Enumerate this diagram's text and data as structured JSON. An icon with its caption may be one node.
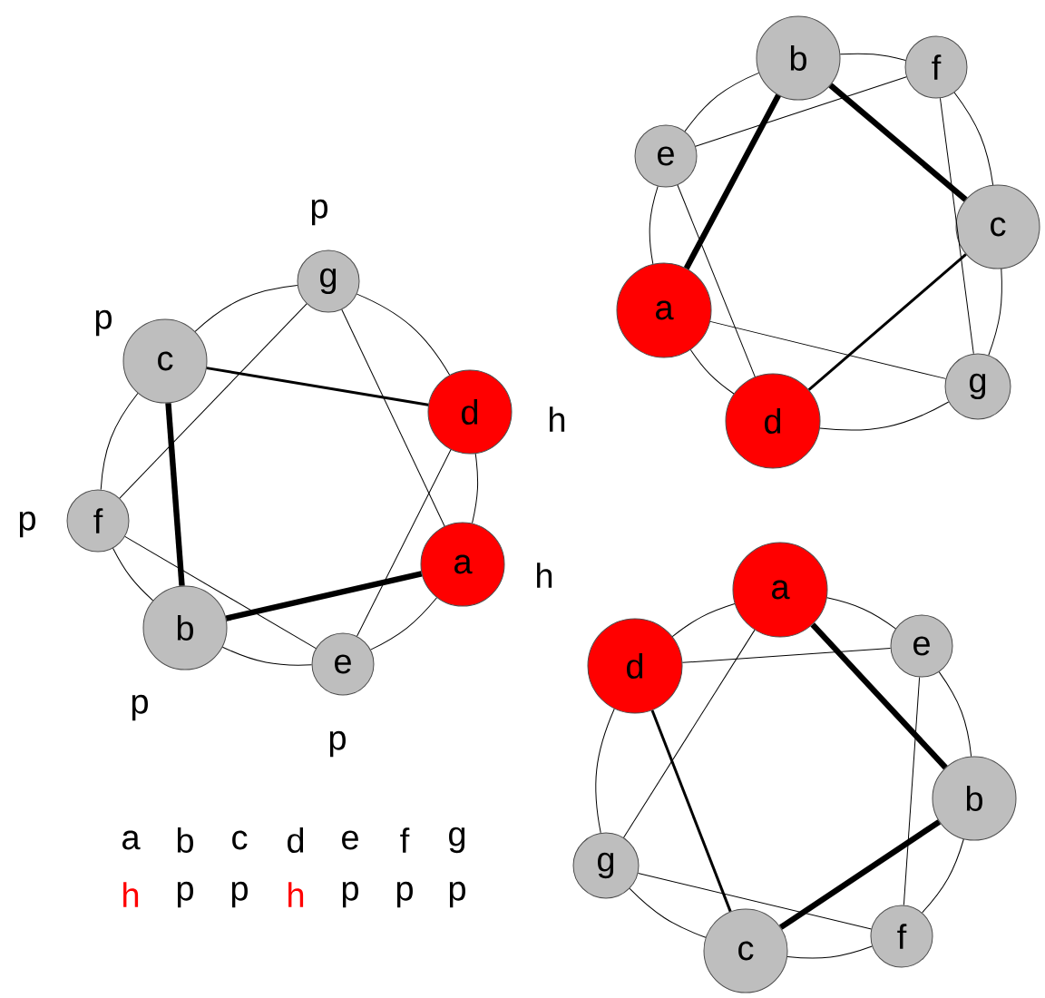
{
  "diagram": {
    "nodes": [
      {
        "text": [
          "a"
        ],
        "beside": [
          "h"
        ]
      },
      {
        "text": [
          "b"
        ],
        "beside": [
          "p"
        ]
      },
      {
        "text": [
          "c"
        ],
        "beside": [
          "p"
        ]
      },
      {
        "text": [
          "d"
        ],
        "beside": [
          "h"
        ]
      },
      {
        "text": [
          "e"
        ],
        "beside": [
          "p"
        ]
      },
      {
        "text": [
          "f"
        ],
        "beside": [
          "p"
        ]
      },
      {
        "text": [
          "g"
        ],
        "beside": [
          "p"
        ]
      },
      {
        "text": [
          "a"
        ]
      },
      {
        "text": [
          "b"
        ]
      },
      {
        "text": [
          "c"
        ]
      },
      {
        "text": [
          "d"
        ]
      },
      {
        "text": [
          "e"
        ]
      },
      {
        "text": [
          "f"
        ]
      },
      {
        "text": [
          "g"
        ]
      },
      {
        "text": [
          "a"
        ]
      },
      {
        "text": [
          "b"
        ]
      },
      {
        "text": [
          "c"
        ]
      },
      {
        "text": [
          "d"
        ]
      },
      {
        "text": [
          "e"
        ]
      },
      {
        "text": [
          "f"
        ]
      },
      {
        "text": [
          "g"
        ]
      }
    ],
    "edges": [
      {
        "from": 6,
        "to": 3,
        "arrow": "none"
      },
      {
        "from": 3,
        "to": 0,
        "arrow": "none"
      },
      {
        "from": 0,
        "to": 4,
        "arrow": "none"
      },
      {
        "from": 4,
        "to": 1,
        "arrow": "none"
      },
      {
        "from": 1,
        "to": 5,
        "arrow": "none"
      },
      {
        "from": 5,
        "to": 2,
        "arrow": "none"
      },
      {
        "from": 2,
        "to": 6,
        "arrow": "none"
      },
      {
        "from": 2,
        "to": 3,
        "arrow": "none"
      },
      {
        "from": 2,
        "to": 1,
        "arrow": "none",
        "style": "thick"
      },
      {
        "from": 1,
        "to": 0,
        "arrow": "none",
        "style": "thick"
      },
      {
        "from": 6,
        "to": 5,
        "arrow": "none"
      },
      {
        "from": 6,
        "to": 0,
        "arrow": "none"
      },
      {
        "from": 3,
        "to": 4,
        "arrow": "none"
      },
      {
        "from": 5,
        "to": 4,
        "arrow": "none"
      },
      {
        "from": 8,
        "to": 12,
        "arrow": "none"
      },
      {
        "from": 12,
        "to": 9,
        "arrow": "none"
      },
      {
        "from": 9,
        "to": 13,
        "arrow": "none"
      },
      {
        "from": 13,
        "to": 10,
        "arrow": "none"
      },
      {
        "from": 10,
        "to": 7,
        "arrow": "none"
      },
      {
        "from": 7,
        "to": 11,
        "arrow": "none"
      },
      {
        "from": 11,
        "to": 8,
        "arrow": "none"
      },
      {
        "from": 8,
        "to": 7,
        "arrow": "none",
        "style": "thick"
      },
      {
        "from": 8,
        "to": 9,
        "arrow": "none",
        "style": "thick"
      },
      {
        "from": 9,
        "to": 10,
        "arrow": "none"
      },
      {
        "from": 11,
        "to": 12,
        "arrow": "none"
      },
      {
        "from": 11,
        "to": 10,
        "arrow": "none"
      },
      {
        "from": 12,
        "to": 13,
        "arrow": "none"
      },
      {
        "from": 7,
        "to": 13,
        "arrow": "none"
      },
      {
        "from": 14,
        "to": 18,
        "arrow": "none"
      },
      {
        "from": 18,
        "to": 15,
        "arrow": "none"
      },
      {
        "from": 15,
        "to": 19,
        "arrow": "none"
      },
      {
        "from": 19,
        "to": 16,
        "arrow": "none"
      },
      {
        "from": 16,
        "to": 20,
        "arrow": "none"
      },
      {
        "from": 20,
        "to": 17,
        "arrow": "none"
      },
      {
        "from": 17,
        "to": 14,
        "arrow": "none"
      },
      {
        "from": 14,
        "to": 15,
        "arrow": "none",
        "style": "thick"
      },
      {
        "from": 15,
        "to": 16,
        "arrow": "none",
        "style": "thick"
      },
      {
        "from": 17,
        "to": 16,
        "arrow": "none"
      },
      {
        "from": 17,
        "to": 18,
        "arrow": "none"
      },
      {
        "from": 14,
        "to": 20,
        "arrow": "none"
      },
      {
        "from": 18,
        "to": 19,
        "arrow": "none"
      },
      {
        "from": 20,
        "to": 19,
        "arrow": "none"
      }
    ],
    "labels": [
      "a",
      "b",
      "c",
      "d",
      "e",
      "f",
      "g",
      "h",
      "p",
      "p",
      "h",
      "p",
      "p",
      "p"
    ]
  }
}
